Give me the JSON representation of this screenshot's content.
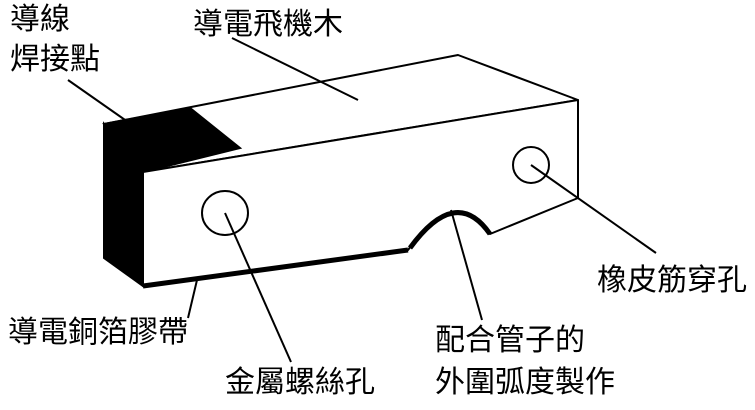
{
  "colors": {
    "ink": "#000000",
    "background": "#ffffff"
  },
  "labels": {
    "wire_solder_point": [
      "導線",
      "焊接點"
    ],
    "conductive_block": "導電飛機木",
    "rubber_band_hole": "橡皮筋穿孔",
    "copper_foil_tape": "導電銅箔膠帶",
    "tube_arc": [
      "配合管子的",
      "外圍弧度製作"
    ],
    "metal_screw_hole": "金屬螺絲孔"
  }
}
